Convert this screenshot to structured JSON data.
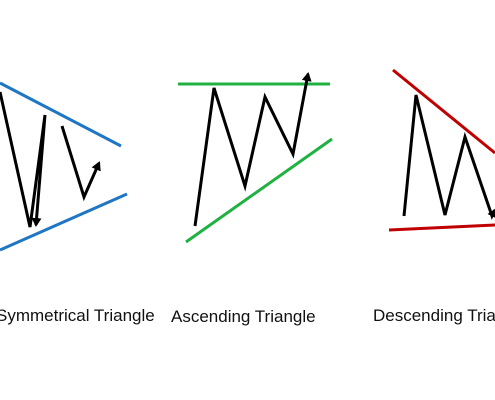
{
  "panels": [
    {
      "caption": "Symmetrical Triangle",
      "line_color": "#1f77c4"
    },
    {
      "caption": "Ascending Triangle",
      "line_color": "#1fb141"
    },
    {
      "caption": "Descending Triangle",
      "line_color": "#c00000"
    }
  ],
  "arrow_color": "#000000"
}
